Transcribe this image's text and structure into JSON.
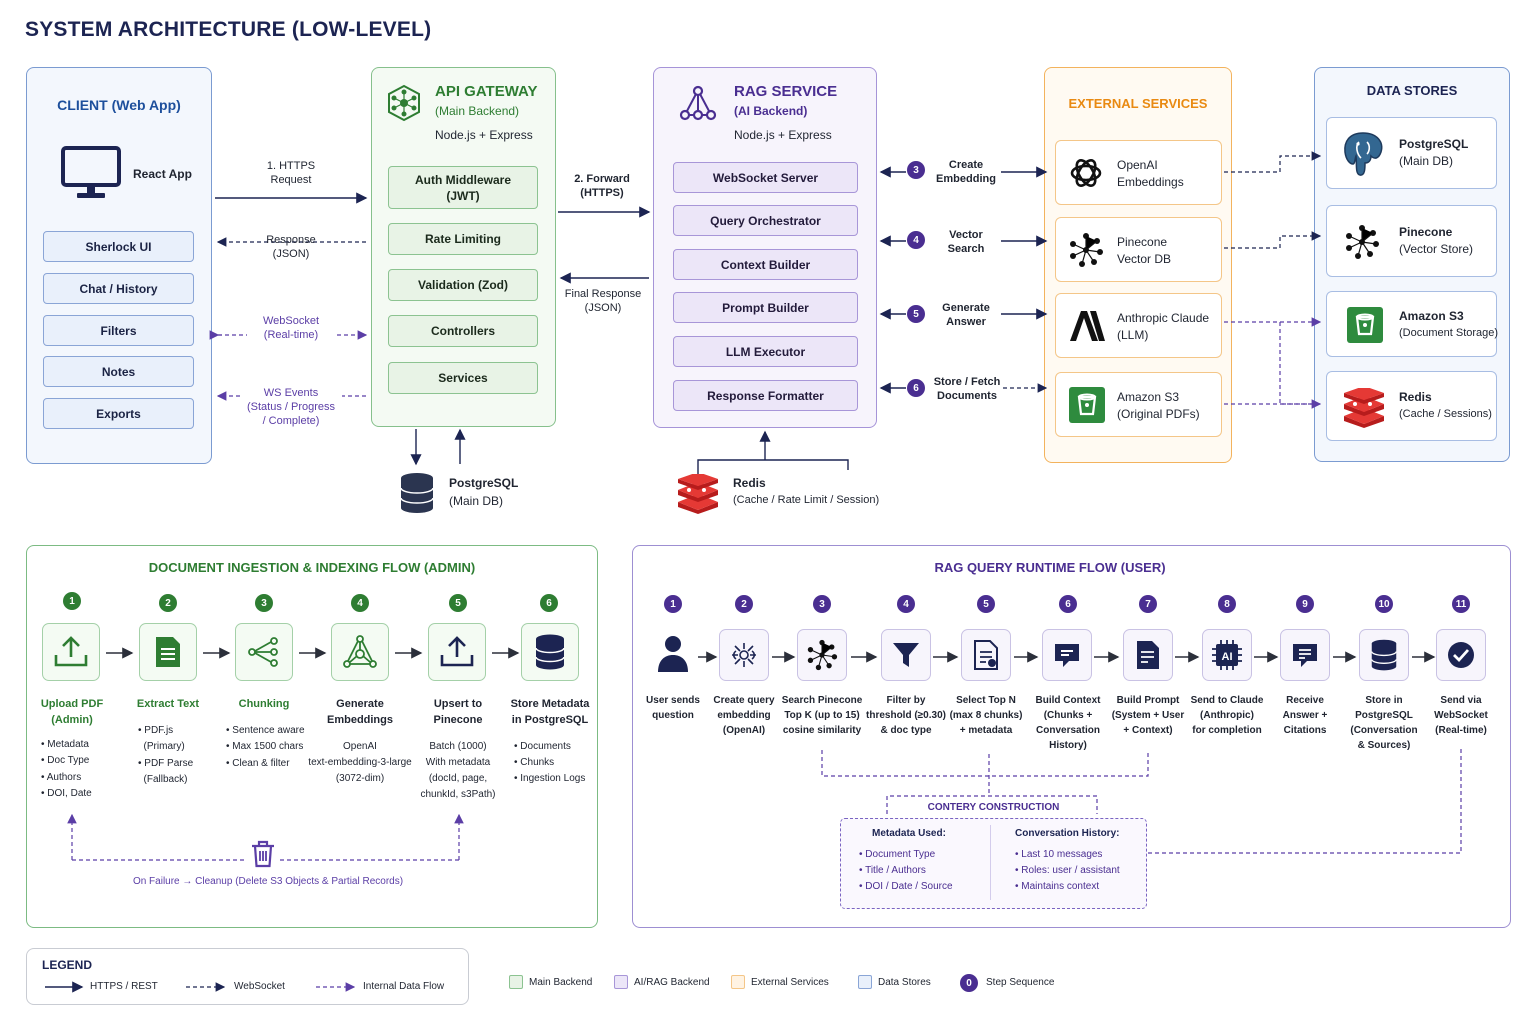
{
  "title": "SYSTEM ARCHITECTURE (LOW-LEVEL)",
  "client": {
    "title": "CLIENT (Web App)",
    "app_label": "React App",
    "items": [
      "Sherlock UI",
      "Chat / History",
      "Filters",
      "Notes",
      "Exports"
    ]
  },
  "api": {
    "title": "API GATEWAY",
    "subtitle": "(Main Backend)",
    "stack": "Node.js + Express",
    "items": [
      "Auth Middleware\n(JWT)",
      "Rate Limiting",
      "Validation (Zod)",
      "Controllers",
      "Services"
    ],
    "db_label": "PostgreSQL",
    "db_sub": "(Main DB)"
  },
  "rag": {
    "title": "RAG SERVICE",
    "subtitle": "(AI Backend)",
    "stack": "Node.js + Express",
    "items": [
      "WebSocket Server",
      "Query Orchestrator",
      "Context Builder",
      "Prompt Builder",
      "LLM Executor",
      "Response Formatter"
    ],
    "redis_label": "Redis",
    "redis_sub": "(Cache / Rate Limit / Session)"
  },
  "external": {
    "title": "EXTERNAL SERVICES",
    "cards": [
      {
        "name": "OpenAI",
        "sub": "Embeddings",
        "icon": "openai-icon"
      },
      {
        "name": "Pinecone",
        "sub": "Vector DB",
        "icon": "pinecone-icon"
      },
      {
        "name": "Anthropic Claude",
        "sub": "(LLM)",
        "icon": "anthropic-icon"
      },
      {
        "name": "Amazon S3",
        "sub": "(Original PDFs)",
        "icon": "s3-icon"
      }
    ]
  },
  "datastores": {
    "title": "DATA STORES",
    "cards": [
      {
        "name": "PostgreSQL",
        "sub": "(Main DB)",
        "icon": "postgresql-icon"
      },
      {
        "name": "Pinecone",
        "sub": "(Vector Store)",
        "icon": "pinecone-icon"
      },
      {
        "name": "Amazon S3",
        "sub": "(Document Storage)",
        "icon": "s3-icon"
      },
      {
        "name": "Redis",
        "sub": "(Cache / Sessions)",
        "icon": "redis-icon"
      }
    ]
  },
  "flows": {
    "https_request": "1. HTTPS\nRequest",
    "response_json": "Response\n(JSON)",
    "websocket": "WebSocket\n(Real-time)",
    "ws_events": "WS Events\n(Status / Progress\n/ Complete)",
    "forward": "2. Forward\n(HTTPS)",
    "final_response": "Final Response\n(JSON)",
    "ext_steps": [
      {
        "num": "3",
        "label": "Create\nEmbedding"
      },
      {
        "num": "4",
        "label": "Vector\nSearch"
      },
      {
        "num": "5",
        "label": "Generate\nAnswer"
      },
      {
        "num": "6",
        "label": "Store / Fetch\nDocuments"
      }
    ]
  },
  "ingestion": {
    "title": "DOCUMENT INGESTION & INDEXING FLOW (ADMIN)",
    "steps": [
      {
        "num": "1",
        "title": "Upload PDF\n(Admin)",
        "details": [
          "• Metadata",
          "• Doc Type",
          "• Authors",
          "• DOI, Date"
        ]
      },
      {
        "num": "2",
        "title": "Extract Text",
        "details": [
          "• PDF.js",
          "  (Primary)",
          "• PDF Parse",
          "  (Fallback)"
        ]
      },
      {
        "num": "3",
        "title": "Chunking",
        "details": [
          "• Sentence aware",
          "• Max 1500 chars",
          "• Clean & filter"
        ]
      },
      {
        "num": "4",
        "title": "Generate\nEmbeddings",
        "details": [
          "OpenAI",
          "text-embedding-3-large",
          "(3072-dim)"
        ]
      },
      {
        "num": "5",
        "title": "Upsert to\nPinecone",
        "details": [
          "Batch (1000)",
          "With metadata",
          "(docId, page,",
          "chunkId, s3Path)"
        ]
      },
      {
        "num": "6",
        "title": "Store Metadata\nin PostgreSQL",
        "details": [
          "• Documents",
          "• Chunks",
          "• Ingestion Logs"
        ]
      }
    ],
    "failure_note": "On Failure → Cleanup (Delete S3 Objects & Partial Records)"
  },
  "runtime": {
    "title": "RAG QUERY RUNTIME FLOW (USER)",
    "steps": [
      {
        "num": "1",
        "label": "User sends\nquestion",
        "icon": "user-icon"
      },
      {
        "num": "2",
        "label": "Create query\nembedding\n(OpenAI)",
        "icon": "openai-icon"
      },
      {
        "num": "3",
        "label": "Search Pinecone\nTop K (up to 15)\ncosine similarity",
        "icon": "pinecone-icon"
      },
      {
        "num": "4",
        "label": "Filter by\nthreshold (≥0.30)\n& doc type",
        "icon": "filter-icon"
      },
      {
        "num": "5",
        "label": "Select Top N\n(max 8 chunks)\n+ metadata",
        "icon": "document-icon"
      },
      {
        "num": "6",
        "label": "Build Context\n(Chunks +\nConversation\nHistory)",
        "icon": "context-icon"
      },
      {
        "num": "7",
        "label": "Build Prompt\n(System + User\n+ Context)",
        "icon": "prompt-icon"
      },
      {
        "num": "8",
        "label": "Send to Claude\n(Anthropic)\nfor completion",
        "icon": "ai-chip-icon"
      },
      {
        "num": "9",
        "label": "Receive\nAnswer +\nCitations",
        "icon": "answer-icon"
      },
      {
        "num": "10",
        "label": "Store in\nPostgreSQL\n(Conversation\n& Sources)",
        "icon": "database-icon"
      },
      {
        "num": "11",
        "label": "Send via\nWebSocket\n(Real-time)",
        "icon": "check-icon"
      }
    ],
    "construction": {
      "title": "CONTERY CONSTRUCTION",
      "metadata_title": "Metadata Used:",
      "metadata_items": [
        "• Document Type",
        "• Title / Authors",
        "• DOI / Date / Source"
      ],
      "history_title": "Conversation History:",
      "history_items": [
        "• Last 10 messages",
        "• Roles: user / assistant",
        "• Maintains context"
      ]
    }
  },
  "legend": {
    "title": "LEGEND",
    "lines": [
      "HTTPS / REST",
      "WebSocket",
      "Internal Data Flow"
    ],
    "swatches": [
      {
        "label": "Main Backend",
        "color": "#e8f3e6",
        "border": "#8cc391"
      },
      {
        "label": "AI/RAG Backend",
        "color": "#ece6f8",
        "border": "#a896d8"
      },
      {
        "label": "External Services",
        "color": "#fff3e3",
        "border": "#f4c688"
      },
      {
        "label": "Data Stores",
        "color": "#e9f0fb",
        "border": "#8aa5d6"
      }
    ],
    "step_label": "Step Sequence",
    "step_example": "0"
  },
  "colors": {
    "navy": "#1c2452",
    "green": "#2e7d32",
    "purple": "#4a2e91",
    "orange": "#e98a12",
    "blue": "#1d4f9c"
  }
}
